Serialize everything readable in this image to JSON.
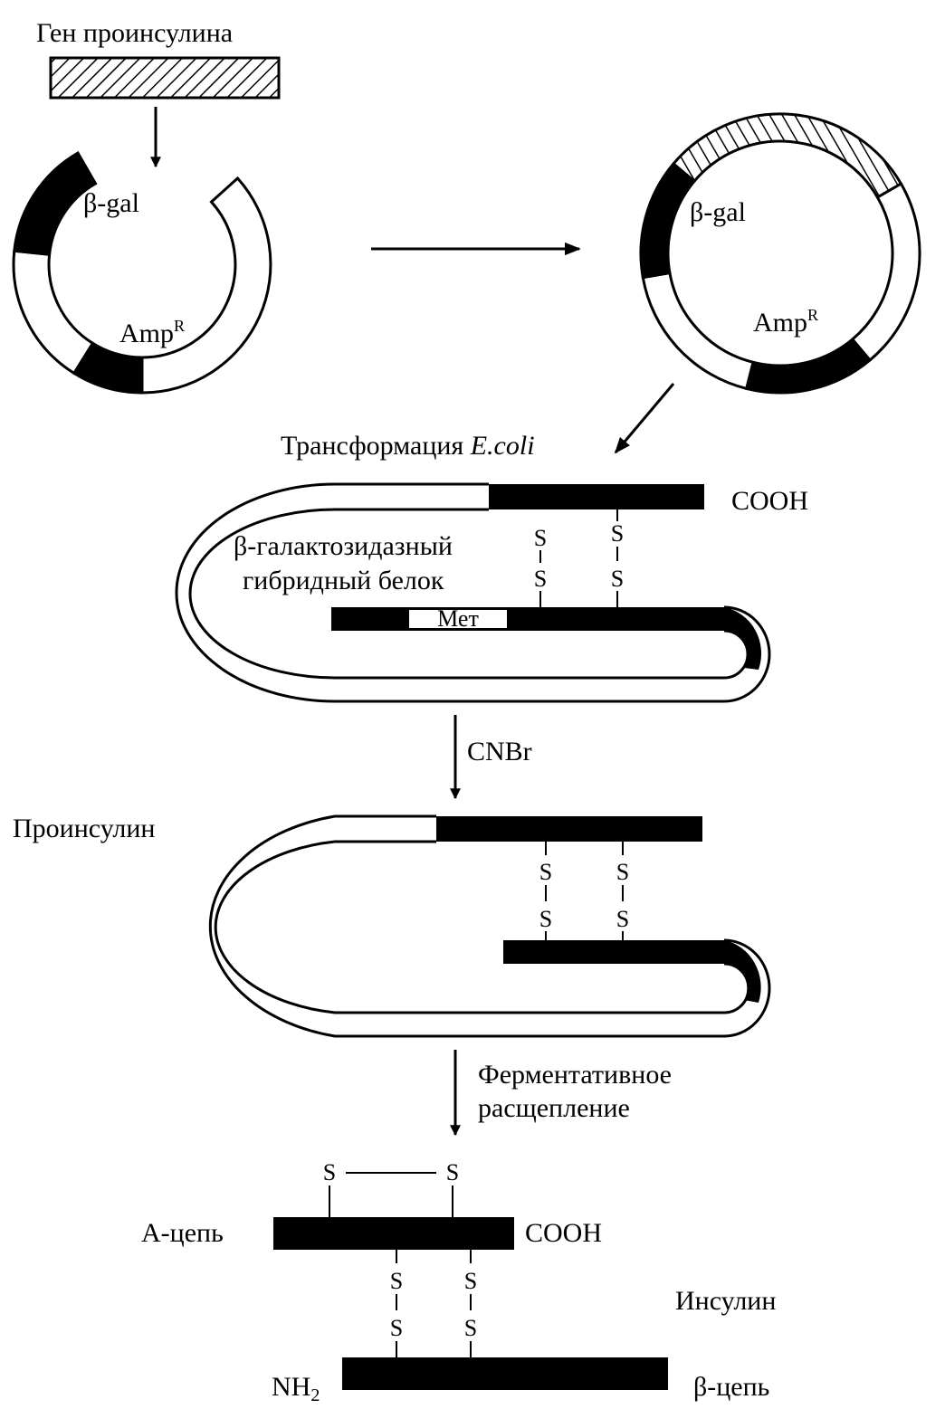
{
  "colors": {
    "ink": "#000000",
    "paper": "#ffffff"
  },
  "step1": {
    "gene_label": "Ген проинсулина",
    "plasmid_bgal": "β-gal",
    "plasmid_amp": "Amp",
    "plasmid_amp_sup": "R"
  },
  "step2": {
    "transformation_label": "Трансформация",
    "transformation_organism": "E.coli",
    "cooh": "COOH",
    "hybrid_line1": "β-галактозидазный",
    "hybrid_line2": "гибридный белок",
    "met": "Мет",
    "s": "S"
  },
  "step3": {
    "reagent": "CNBr",
    "proinsulin": "Проинсулин"
  },
  "step4": {
    "cleavage_line1": "Ферментативное",
    "cleavage_line2": "расщепление",
    "a_chain": "А-цепь",
    "cooh": "COOH",
    "nh2": "NH",
    "nh2_sub": "2",
    "insulin": "Инсулин",
    "b_chain": "β-цепь"
  }
}
